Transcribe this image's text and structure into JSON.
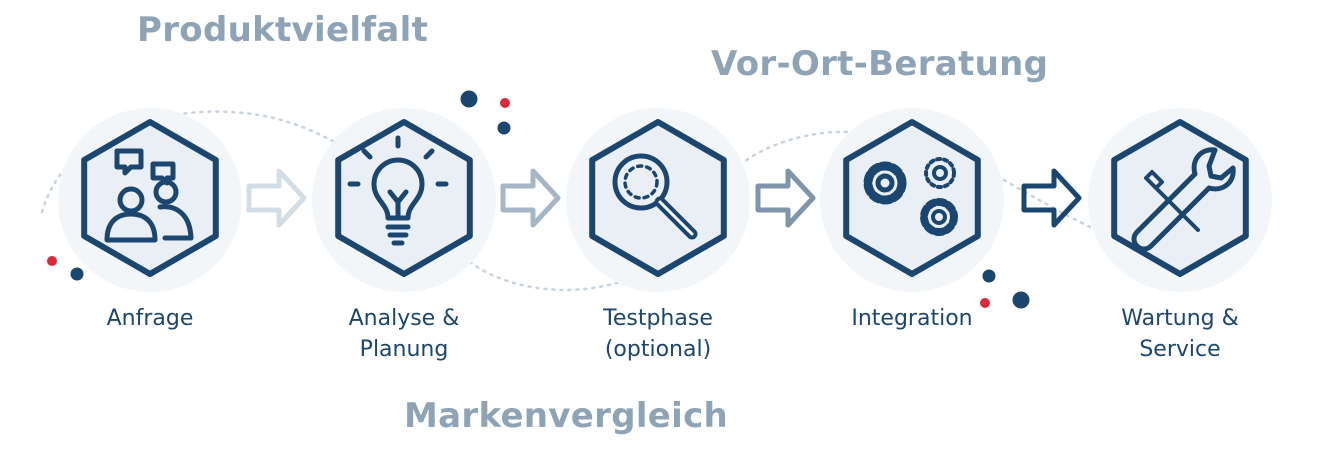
{
  "titles": {
    "produktvielfalt": "Produktvielfalt",
    "vor_ort_beratung": "Vor-Ort-Beratung",
    "markenvergleich": "Markenvergleich"
  },
  "steps": [
    {
      "icon": "chat-people-icon",
      "lines": [
        "Anfrage"
      ]
    },
    {
      "icon": "lightbulb-icon",
      "lines": [
        "Analyse &",
        "Planung"
      ]
    },
    {
      "icon": "magnifier-icon",
      "lines": [
        "Testphase",
        "(optional)"
      ]
    },
    {
      "icon": "gears-icon",
      "lines": [
        "Integration"
      ]
    },
    {
      "icon": "wrench-icon",
      "lines": [
        "Wartung &",
        "Service"
      ]
    }
  ],
  "colors": {
    "navy": "#1b4670",
    "hex_fill": "#e9eff5",
    "accent_red": "#e0283c",
    "title_gray": "#8fa3b6",
    "arrow_light": "#d3dde6",
    "arrow_mid": "#a5b6c6",
    "arrow_dark": "#1b4670"
  }
}
